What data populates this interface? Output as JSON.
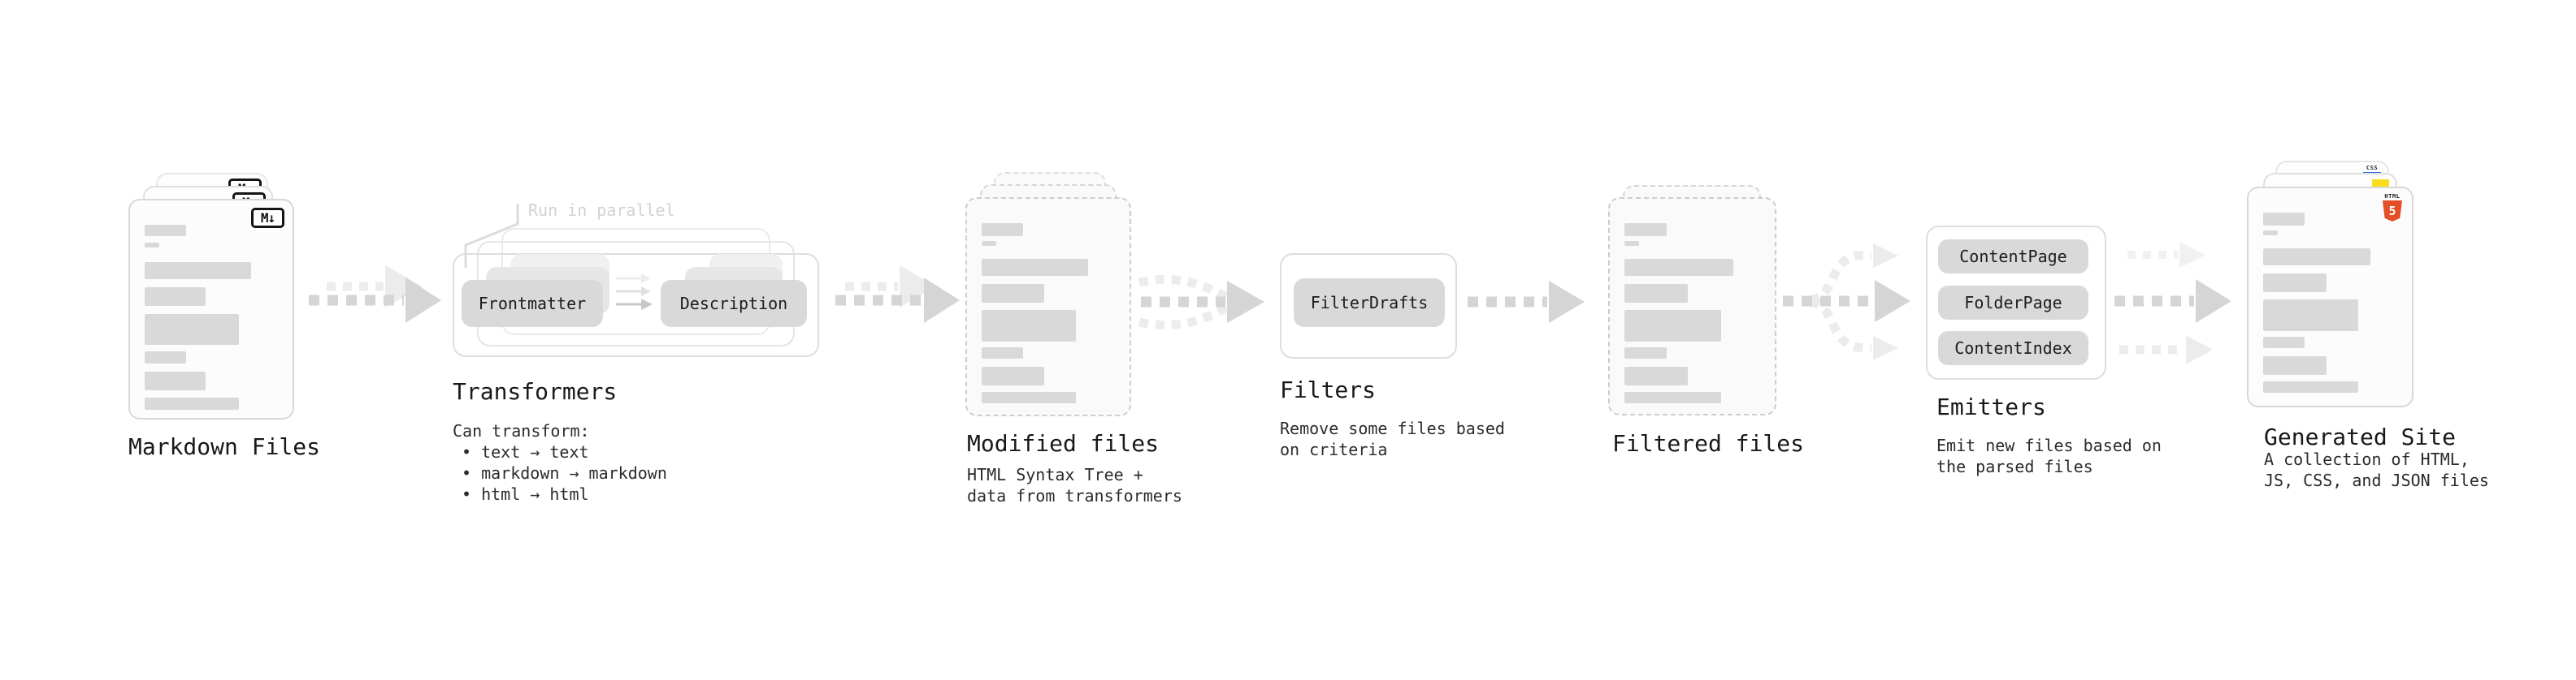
{
  "colors": {
    "html5_orange": "#e34f26",
    "js_yellow": "#f7df1e",
    "css_blue": "#2f62e0"
  },
  "stages": {
    "markdown": {
      "label": "Markdown Files",
      "badge": "M↓"
    },
    "transformers": {
      "heading": "Transformers",
      "note": "Run in parallel",
      "pills": [
        "Frontmatter",
        "Description"
      ],
      "body_heading": "Can transform:",
      "bullets": [
        "• text → text",
        "• markdown → markdown",
        "• html → html"
      ]
    },
    "modified": {
      "label": "Modified files",
      "description": "HTML Syntax Tree +\ndata from transformers"
    },
    "filters": {
      "heading": "Filters",
      "pill": "FilterDrafts",
      "description": "Remove some files based\non criteria"
    },
    "filtered": {
      "label": "Filtered files"
    },
    "emitters": {
      "heading": "Emitters",
      "pills": [
        "ContentPage",
        "FolderPage",
        "ContentIndex"
      ],
      "description": "Emit new files based on\nthe parsed files"
    },
    "generated": {
      "label": "Generated Site",
      "description": "A collection of HTML,\nJS, CSS, and JSON files",
      "badges": {
        "css": "CSS",
        "html": "HTML",
        "html_number": "5"
      }
    }
  }
}
